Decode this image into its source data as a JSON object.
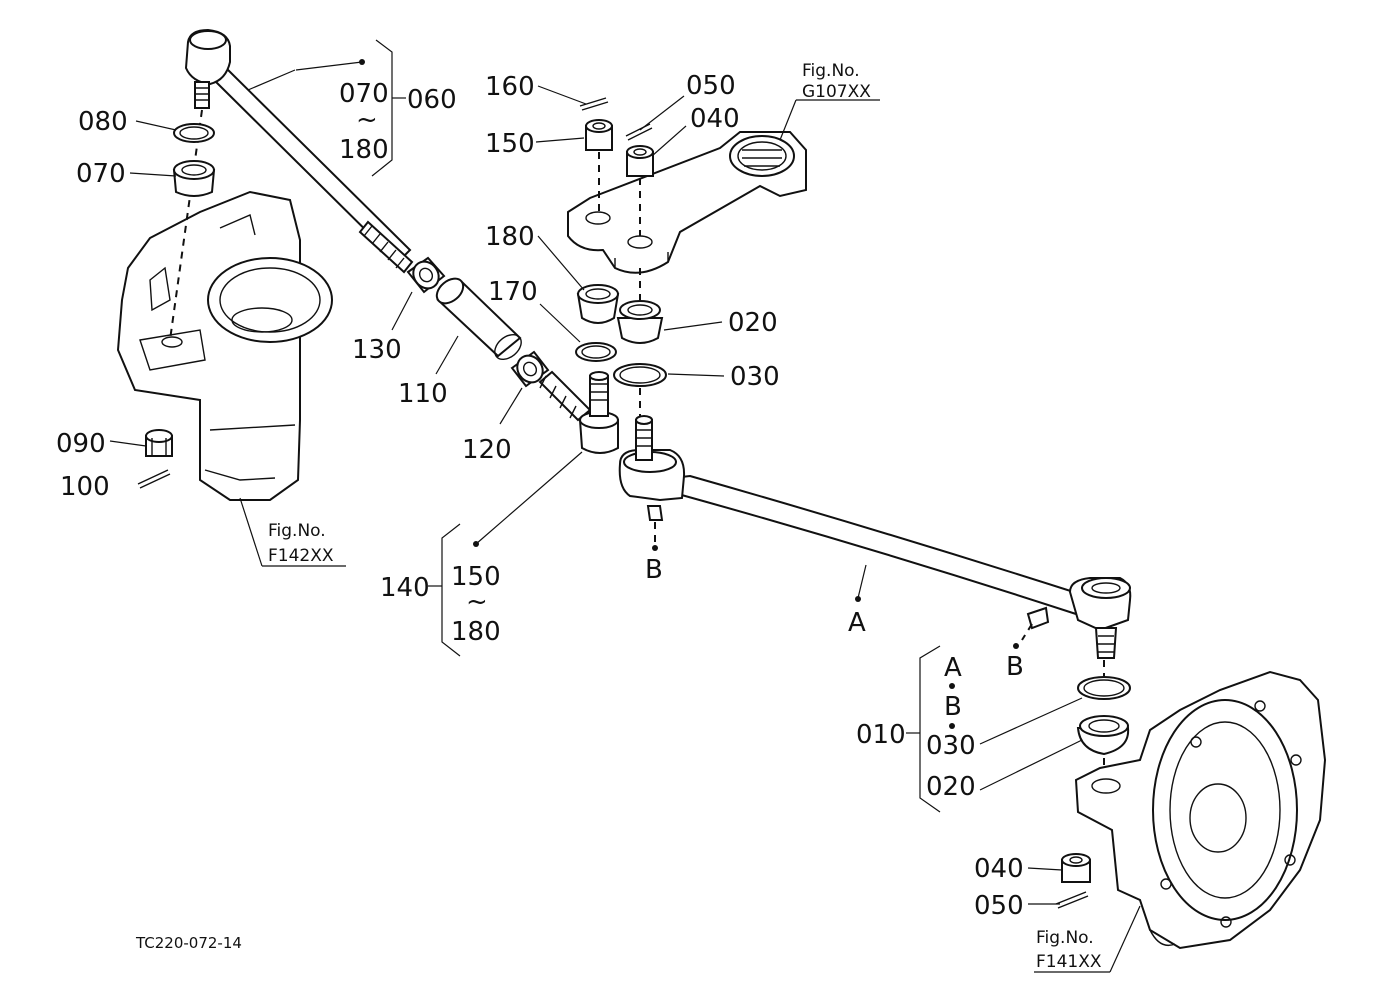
{
  "drawing_code": "TC220-072-14",
  "refs": {
    "knuckle_left": {
      "line1": "Fig.No.",
      "line2": "F142XX"
    },
    "steering_arm": {
      "line1": "Fig.No.",
      "line2": "G107XX"
    },
    "knuckle_right": {
      "line1": "Fig.No.",
      "line2": "F141XX"
    }
  },
  "groups": {
    "g060": {
      "label": "060",
      "from": "070",
      "tilde": "~",
      "to": "180"
    },
    "g140": {
      "label": "140",
      "from": "150",
      "tilde": "~",
      "to": "180"
    },
    "g010": {
      "label": "010",
      "item1": "A",
      "item2": "B",
      "item3": "030",
      "item4": "020"
    }
  },
  "callouts": {
    "c080": "080",
    "c070": "070",
    "c090": "090",
    "c100": "100",
    "c130": "130",
    "c110": "110",
    "c120": "120",
    "c160": "160",
    "c150": "150",
    "c050": "050",
    "c040": "040",
    "c180": "180",
    "c170": "170",
    "c020": "020",
    "c030": "030",
    "cB1": "B",
    "cA": "A",
    "cB2": "B",
    "c040b": "040",
    "c050b": "050"
  }
}
